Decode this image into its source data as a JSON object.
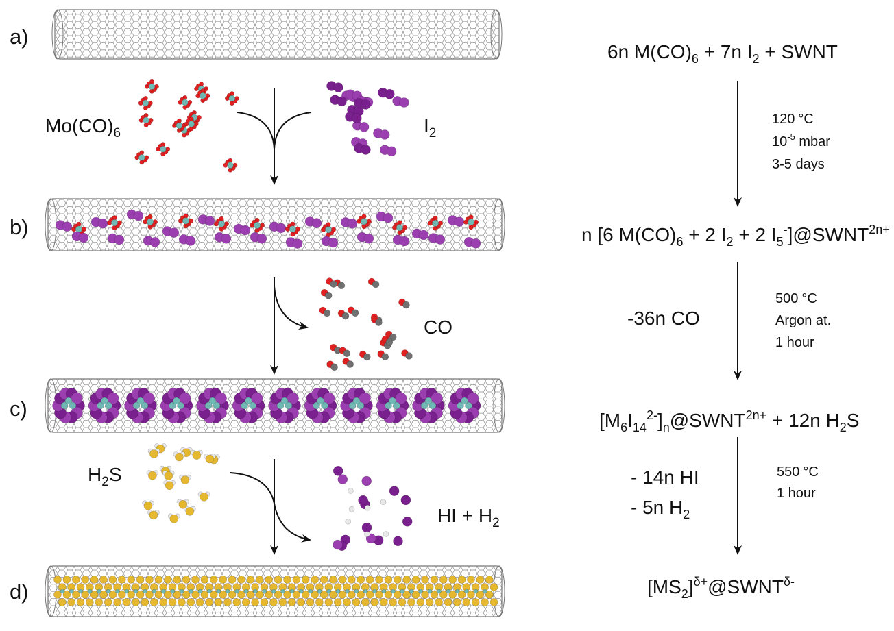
{
  "panels": {
    "a": "a)",
    "b": "b)",
    "c": "c)",
    "d": "d)"
  },
  "molecules": {
    "mo_co6_main": "Mo(CO)",
    "mo_co6_sub": "6",
    "i2_main": "I",
    "i2_sub": "2",
    "co": "CO",
    "h2s_h": "H",
    "h2s_sub": "2",
    "h2s_s": "S",
    "hi_h2_main": "HI + H",
    "hi_h2_sub": "2"
  },
  "equations": {
    "eq1": {
      "a": "6n M(CO)",
      "a_sub": "6",
      "b": " + 7n I",
      "b_sub": "2",
      "c": " + SWNT"
    },
    "eq2": {
      "a": "n [6 M(CO)",
      "a_sub": "6",
      "b": " + 2 I",
      "b_sub": "2",
      "c": " + 2 I",
      "c_sub": "5",
      "c_sup": "-",
      "d": "]@SWNT",
      "d_sup": "2n+"
    },
    "eq3": {
      "a": "[M",
      "a_sub": "6",
      "b": "I",
      "b_sub": "14",
      "b_sup": "2-",
      "c": "]",
      "c_sub": "n",
      "d": "@SWNT",
      "d_sup": "2n+",
      "e": " + 12n H",
      "e_sub": "2",
      "f": "S"
    },
    "eq4": {
      "a": "[MS",
      "a_sub": "2",
      "b": "]",
      "b_sup": "δ+",
      "c": "@SWNT",
      "c_sup": "δ-"
    }
  },
  "steps": {
    "s1": {
      "temp": "120",
      "deg": "°C",
      "pressure_base": "10",
      "pressure_exp": "-5",
      "pressure_unit": " mbar",
      "time": "3-5 days"
    },
    "s2": {
      "temp": "500",
      "deg": "°C",
      "atm": "Argon at.",
      "time": "1 hour",
      "loss": "-36n CO"
    },
    "s3": {
      "temp": "550",
      "deg": "°C",
      "time": "1 hour",
      "loss1": "- 14n HI",
      "loss2_main": "- 5n H",
      "loss2_sub": "2"
    }
  },
  "colors": {
    "iodine": "#9b3fb0",
    "iodine_dark": "#7a1f8e",
    "molybdenum": "#6fb8b3",
    "oxygen": "#e02020",
    "carbon": "#707070",
    "sulfur": "#e6b830",
    "hydrogen": "#e8e8e8",
    "nanotube": "#8a8a8a"
  }
}
